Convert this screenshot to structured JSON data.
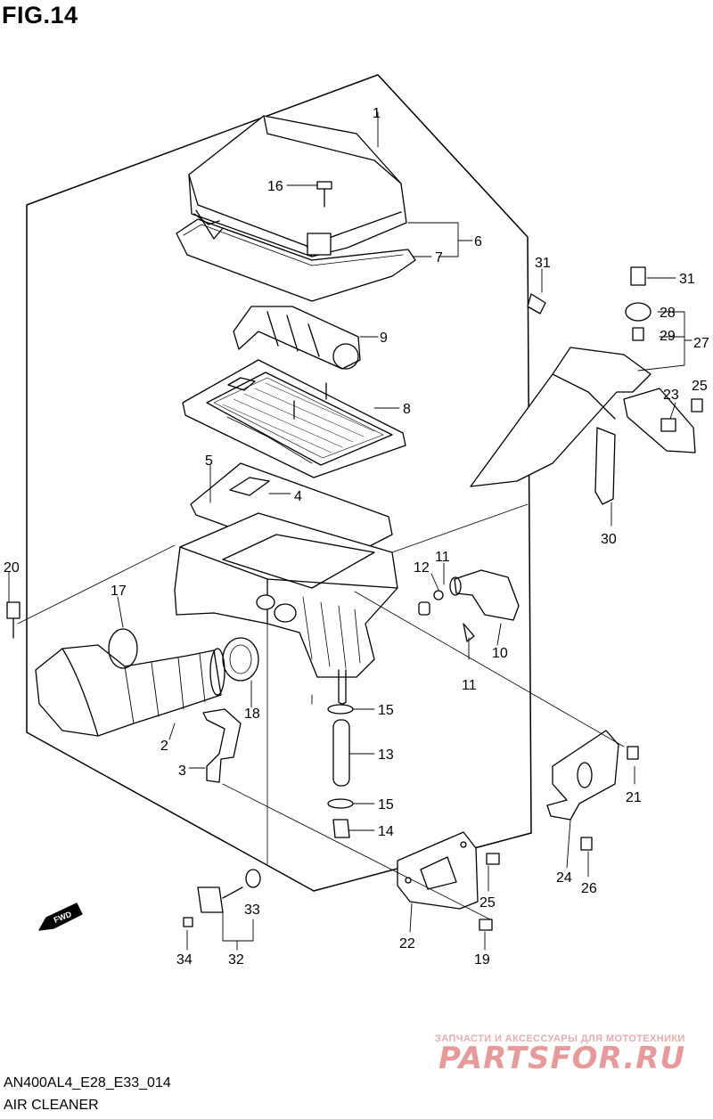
{
  "figure": {
    "title": "FIG.14"
  },
  "diagram": {
    "callouts": [
      "1",
      "2",
      "3",
      "4",
      "5",
      "6",
      "7",
      "8",
      "9",
      "10",
      "11",
      "11",
      "12",
      "13",
      "14",
      "15",
      "15",
      "16",
      "17",
      "18",
      "19",
      "20",
      "21",
      "22",
      "23",
      "24",
      "25",
      "25",
      "26",
      "27",
      "28",
      "29",
      "30",
      "31",
      "31",
      "32",
      "33",
      "34"
    ],
    "direction_badge": "FWD"
  },
  "footer": {
    "model_code": "AN400AL4_E28_E33_014",
    "caption": "AIR CLEANER"
  },
  "watermark": {
    "tagline": "ЗАПЧАСТИ И АКСЕССУАРЫ ДЛЯ МОТОТЕХНИКИ",
    "logo": "PARTSFOR.RU"
  }
}
